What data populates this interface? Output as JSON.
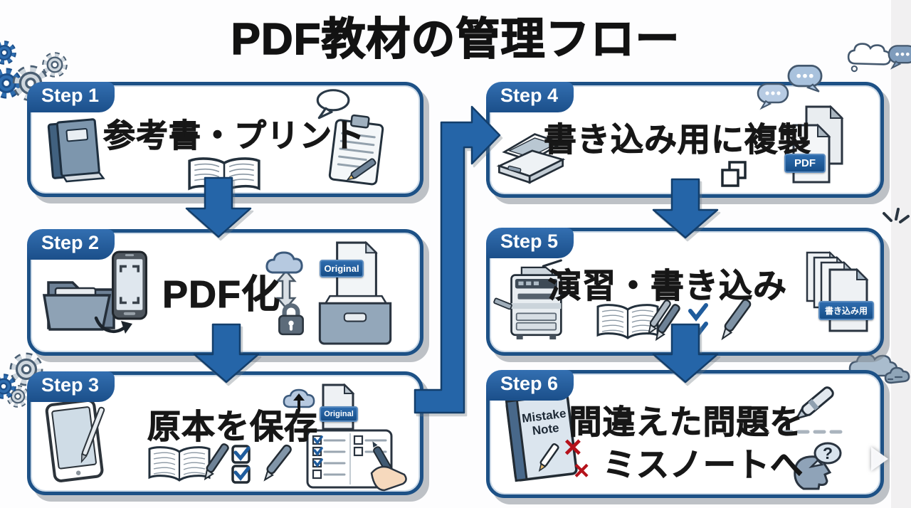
{
  "title": "PDF教材の管理フロー",
  "steps": [
    {
      "label": "Step 1",
      "text": "参考書・プリント"
    },
    {
      "label": "Step 2",
      "text": "PDF化"
    },
    {
      "label": "Step 3",
      "text": "原本を保存"
    },
    {
      "label": "Step 4",
      "text": "書き込み用に複製"
    },
    {
      "label": "Step 5",
      "text": "演習・書き込み"
    },
    {
      "label": "Step 6",
      "text": "間違えた問題を",
      "text2": "ミスノートへ"
    }
  ],
  "badges": {
    "original": "Original",
    "pdf": "PDF",
    "writing_copy": "書き込み用"
  },
  "mistake_note": {
    "line1": "Mistake",
    "line2": "Note"
  },
  "marks": {
    "cross": "×",
    "question": "?"
  },
  "colors": {
    "arrow_blue": "#2565a8",
    "border_navy": "#1d5186",
    "tab_blue": "#235d9c",
    "badge_blue": "#1f5c8d",
    "cross_red": "#b5121b",
    "bubble_blue": "#b7cbe3",
    "text_black": "#171717",
    "background": "#fdfdfe"
  }
}
